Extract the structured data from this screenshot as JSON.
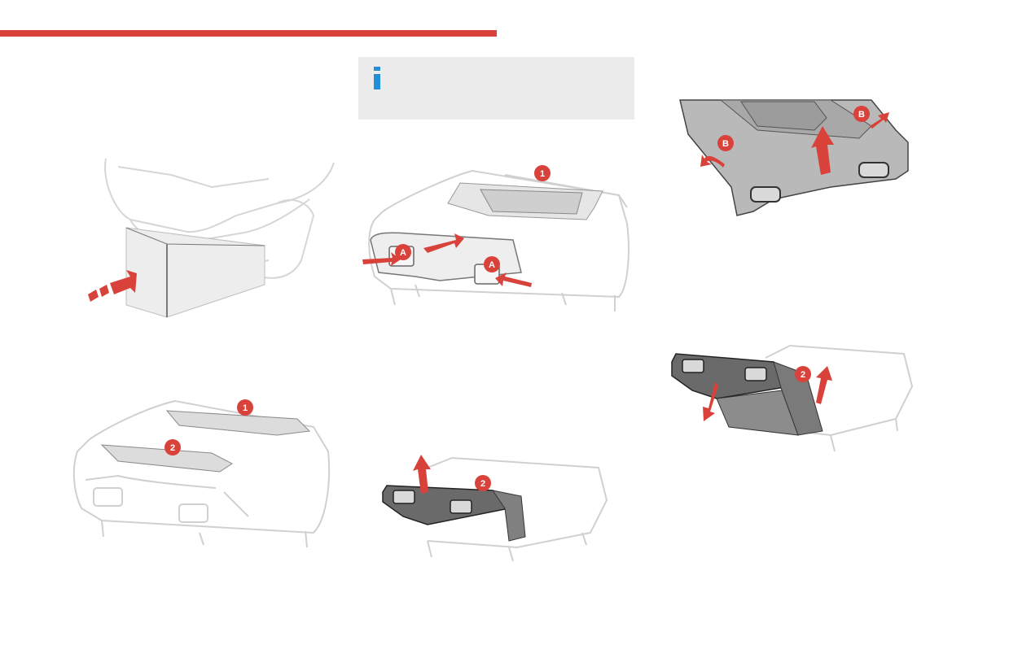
{
  "info_box": {
    "icon": "info-icon",
    "color": "#1f8fd6"
  },
  "accent_color": "#d9423a",
  "illustrations": [
    {
      "name": "seat-side-view",
      "labels": []
    },
    {
      "name": "seat-base-release-A",
      "labels": [
        "1",
        "A",
        "A"
      ]
    },
    {
      "name": "storage-tray-lift-B",
      "labels": [
        "B",
        "B"
      ]
    },
    {
      "name": "seat-base-straps",
      "labels": [
        "1",
        "2"
      ]
    },
    {
      "name": "tray-lift-out",
      "labels": [
        "2"
      ]
    },
    {
      "name": "tray-remove",
      "labels": [
        "2"
      ]
    }
  ],
  "labels": {
    "one": "1",
    "two": "2",
    "a": "A",
    "b": "B"
  }
}
